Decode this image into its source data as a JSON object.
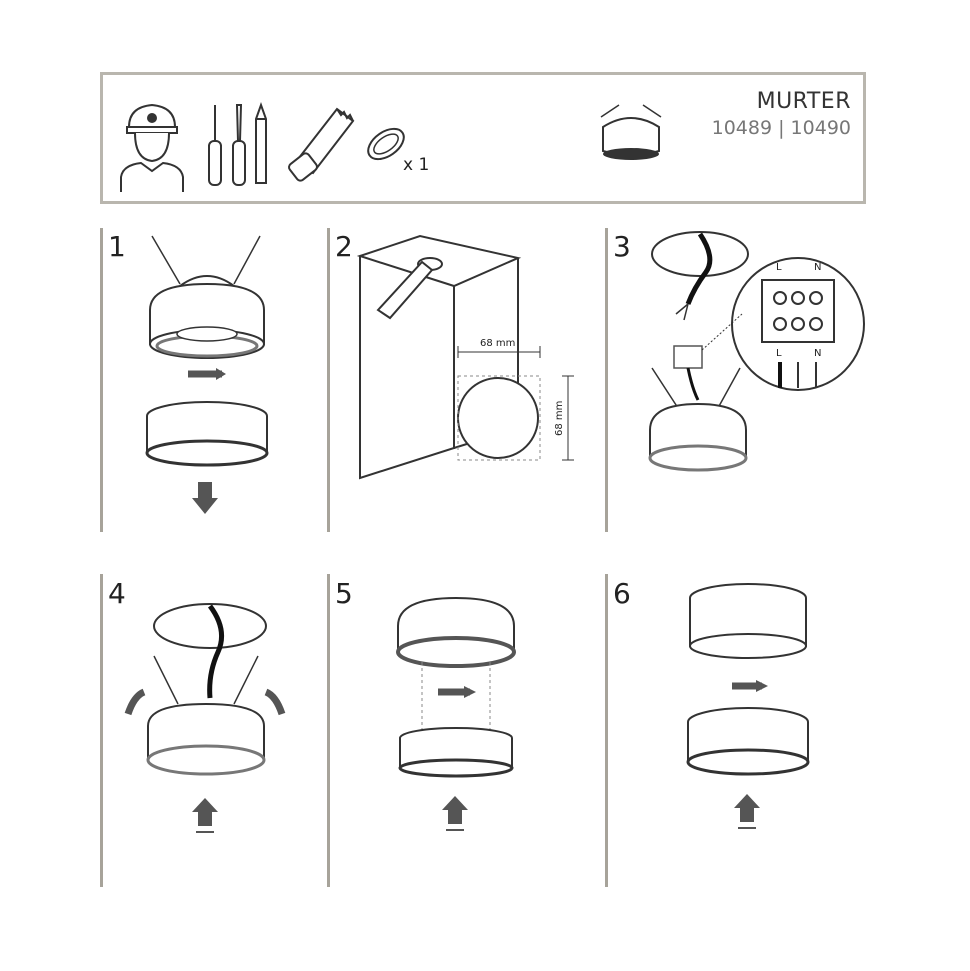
{
  "header": {
    "title": "MURTER",
    "codes": "10489 | 10490",
    "quantity": "x 1"
  },
  "steps": [
    {
      "number": "1"
    },
    {
      "number": "2",
      "width_label": "68 mm",
      "height_label": "68 mm"
    },
    {
      "number": "3",
      "terminals_top": [
        "L",
        "N"
      ],
      "terminals_bottom": [
        "L",
        "N"
      ]
    },
    {
      "number": "4"
    },
    {
      "number": "5"
    },
    {
      "number": "6"
    }
  ],
  "colors": {
    "frame": "#b9b6ae",
    "step_line": "#a7a39a",
    "arrow": "#555555"
  }
}
